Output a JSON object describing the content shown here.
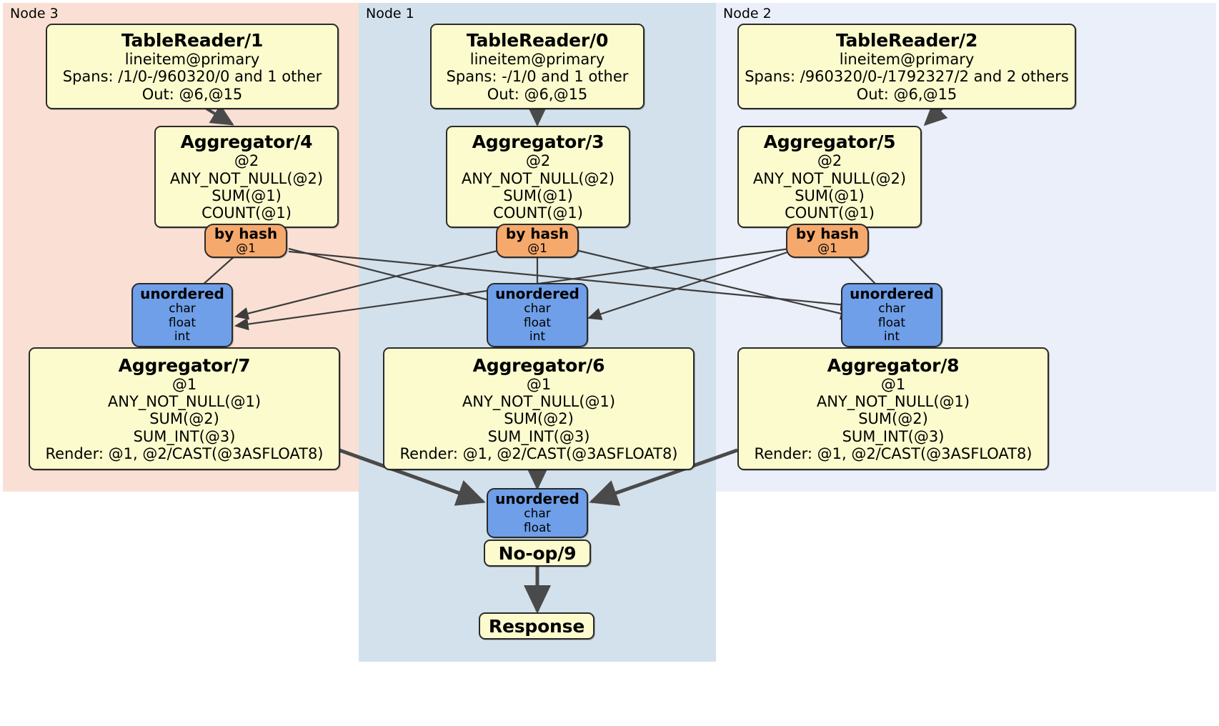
{
  "diagram": {
    "type": "distributed-query-plan",
    "colors": {
      "node3_panel": "#fae0d4",
      "node1_panel": "#d3e1ec",
      "node2_panel": "#eaeff9",
      "processor_box": "#fbfbcd",
      "router_box": "#f6a96c",
      "synchronizer_box": "#6e9fe8",
      "edge": "#4a4a4a"
    }
  },
  "panels": [
    {
      "id": "node3",
      "label": "Node 3"
    },
    {
      "id": "node1",
      "label": "Node 1"
    },
    {
      "id": "node2",
      "label": "Node 2"
    }
  ],
  "processors": {
    "tablereader_1": {
      "title": "TableReader/1",
      "lines": [
        "lineitem@primary",
        "Spans: /1/0-/960320/0 and 1 other",
        "Out: @6,@15"
      ]
    },
    "tablereader_0": {
      "title": "TableReader/0",
      "lines": [
        "lineitem@primary",
        "Spans: -/1/0 and 1 other",
        "Out: @6,@15"
      ]
    },
    "tablereader_2": {
      "title": "TableReader/2",
      "lines": [
        "lineitem@primary",
        "Spans: /960320/0-/1792327/2 and 2 others",
        "Out: @6,@15"
      ]
    },
    "aggregator_4": {
      "title": "Aggregator/4",
      "lines": [
        "@2",
        "ANY_NOT_NULL(@2)",
        "SUM(@1)",
        "COUNT(@1)"
      ]
    },
    "aggregator_3": {
      "title": "Aggregator/3",
      "lines": [
        "@2",
        "ANY_NOT_NULL(@2)",
        "SUM(@1)",
        "COUNT(@1)"
      ]
    },
    "aggregator_5": {
      "title": "Aggregator/5",
      "lines": [
        "@2",
        "ANY_NOT_NULL(@2)",
        "SUM(@1)",
        "COUNT(@1)"
      ]
    },
    "aggregator_7": {
      "title": "Aggregator/7",
      "lines": [
        "@1",
        "ANY_NOT_NULL(@1)",
        "SUM(@2)",
        "SUM_INT(@3)",
        "Render: @1, @2/CAST(@3ASFLOAT8)"
      ]
    },
    "aggregator_6": {
      "title": "Aggregator/6",
      "lines": [
        "@1",
        "ANY_NOT_NULL(@1)",
        "SUM(@2)",
        "SUM_INT(@3)",
        "Render: @1, @2/CAST(@3ASFLOAT8)"
      ]
    },
    "aggregator_8": {
      "title": "Aggregator/8",
      "lines": [
        "@1",
        "ANY_NOT_NULL(@1)",
        "SUM(@2)",
        "SUM_INT(@3)",
        "Render: @1, @2/CAST(@3ASFLOAT8)"
      ]
    },
    "noop_9": {
      "title": "No-op/9"
    },
    "response": {
      "title": "Response"
    }
  },
  "routers": {
    "by_hash_4": {
      "title": "by hash",
      "detail": "@1"
    },
    "by_hash_3": {
      "title": "by hash",
      "detail": "@1"
    },
    "by_hash_5": {
      "title": "by hash",
      "detail": "@1"
    }
  },
  "synchronizers": {
    "unordered_7": {
      "title": "unordered",
      "lines": [
        "char",
        "float",
        "int"
      ]
    },
    "unordered_6": {
      "title": "unordered",
      "lines": [
        "char",
        "float",
        "int"
      ]
    },
    "unordered_8": {
      "title": "unordered",
      "lines": [
        "char",
        "float",
        "int"
      ]
    },
    "unordered_final": {
      "title": "unordered",
      "lines": [
        "char",
        "float"
      ]
    }
  }
}
